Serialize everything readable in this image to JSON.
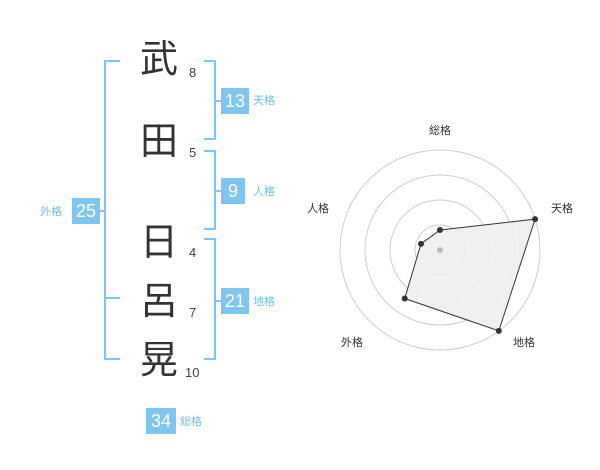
{
  "name": {
    "characters": [
      {
        "char": "武",
        "strokes": "8"
      },
      {
        "char": "田",
        "strokes": "5"
      },
      {
        "char": "日",
        "strokes": "4"
      },
      {
        "char": "呂",
        "strokes": "7"
      },
      {
        "char": "晃",
        "strokes": "10"
      }
    ]
  },
  "fortunes": {
    "tenkaku": {
      "value": "13",
      "label": "天格"
    },
    "jinkaku": {
      "value": "9",
      "label": "人格"
    },
    "chikaku": {
      "value": "21",
      "label": "地格"
    },
    "gaikaku": {
      "value": "25",
      "label": "外格"
    },
    "soukaku": {
      "value": "34",
      "label": "総格"
    }
  },
  "radar": {
    "axes": [
      "総格",
      "天格",
      "地格",
      "外格",
      "人格"
    ],
    "values": [
      1,
      5,
      5,
      3,
      1
    ],
    "max": 5,
    "rings": 4,
    "colors": {
      "fill": "#eeeeee",
      "stroke": "#333333",
      "grid": "#cccccc",
      "center": "#bbbbbb"
    }
  },
  "colors": {
    "accent": "#7fc6ee",
    "accent_text": "#6fbfea"
  }
}
